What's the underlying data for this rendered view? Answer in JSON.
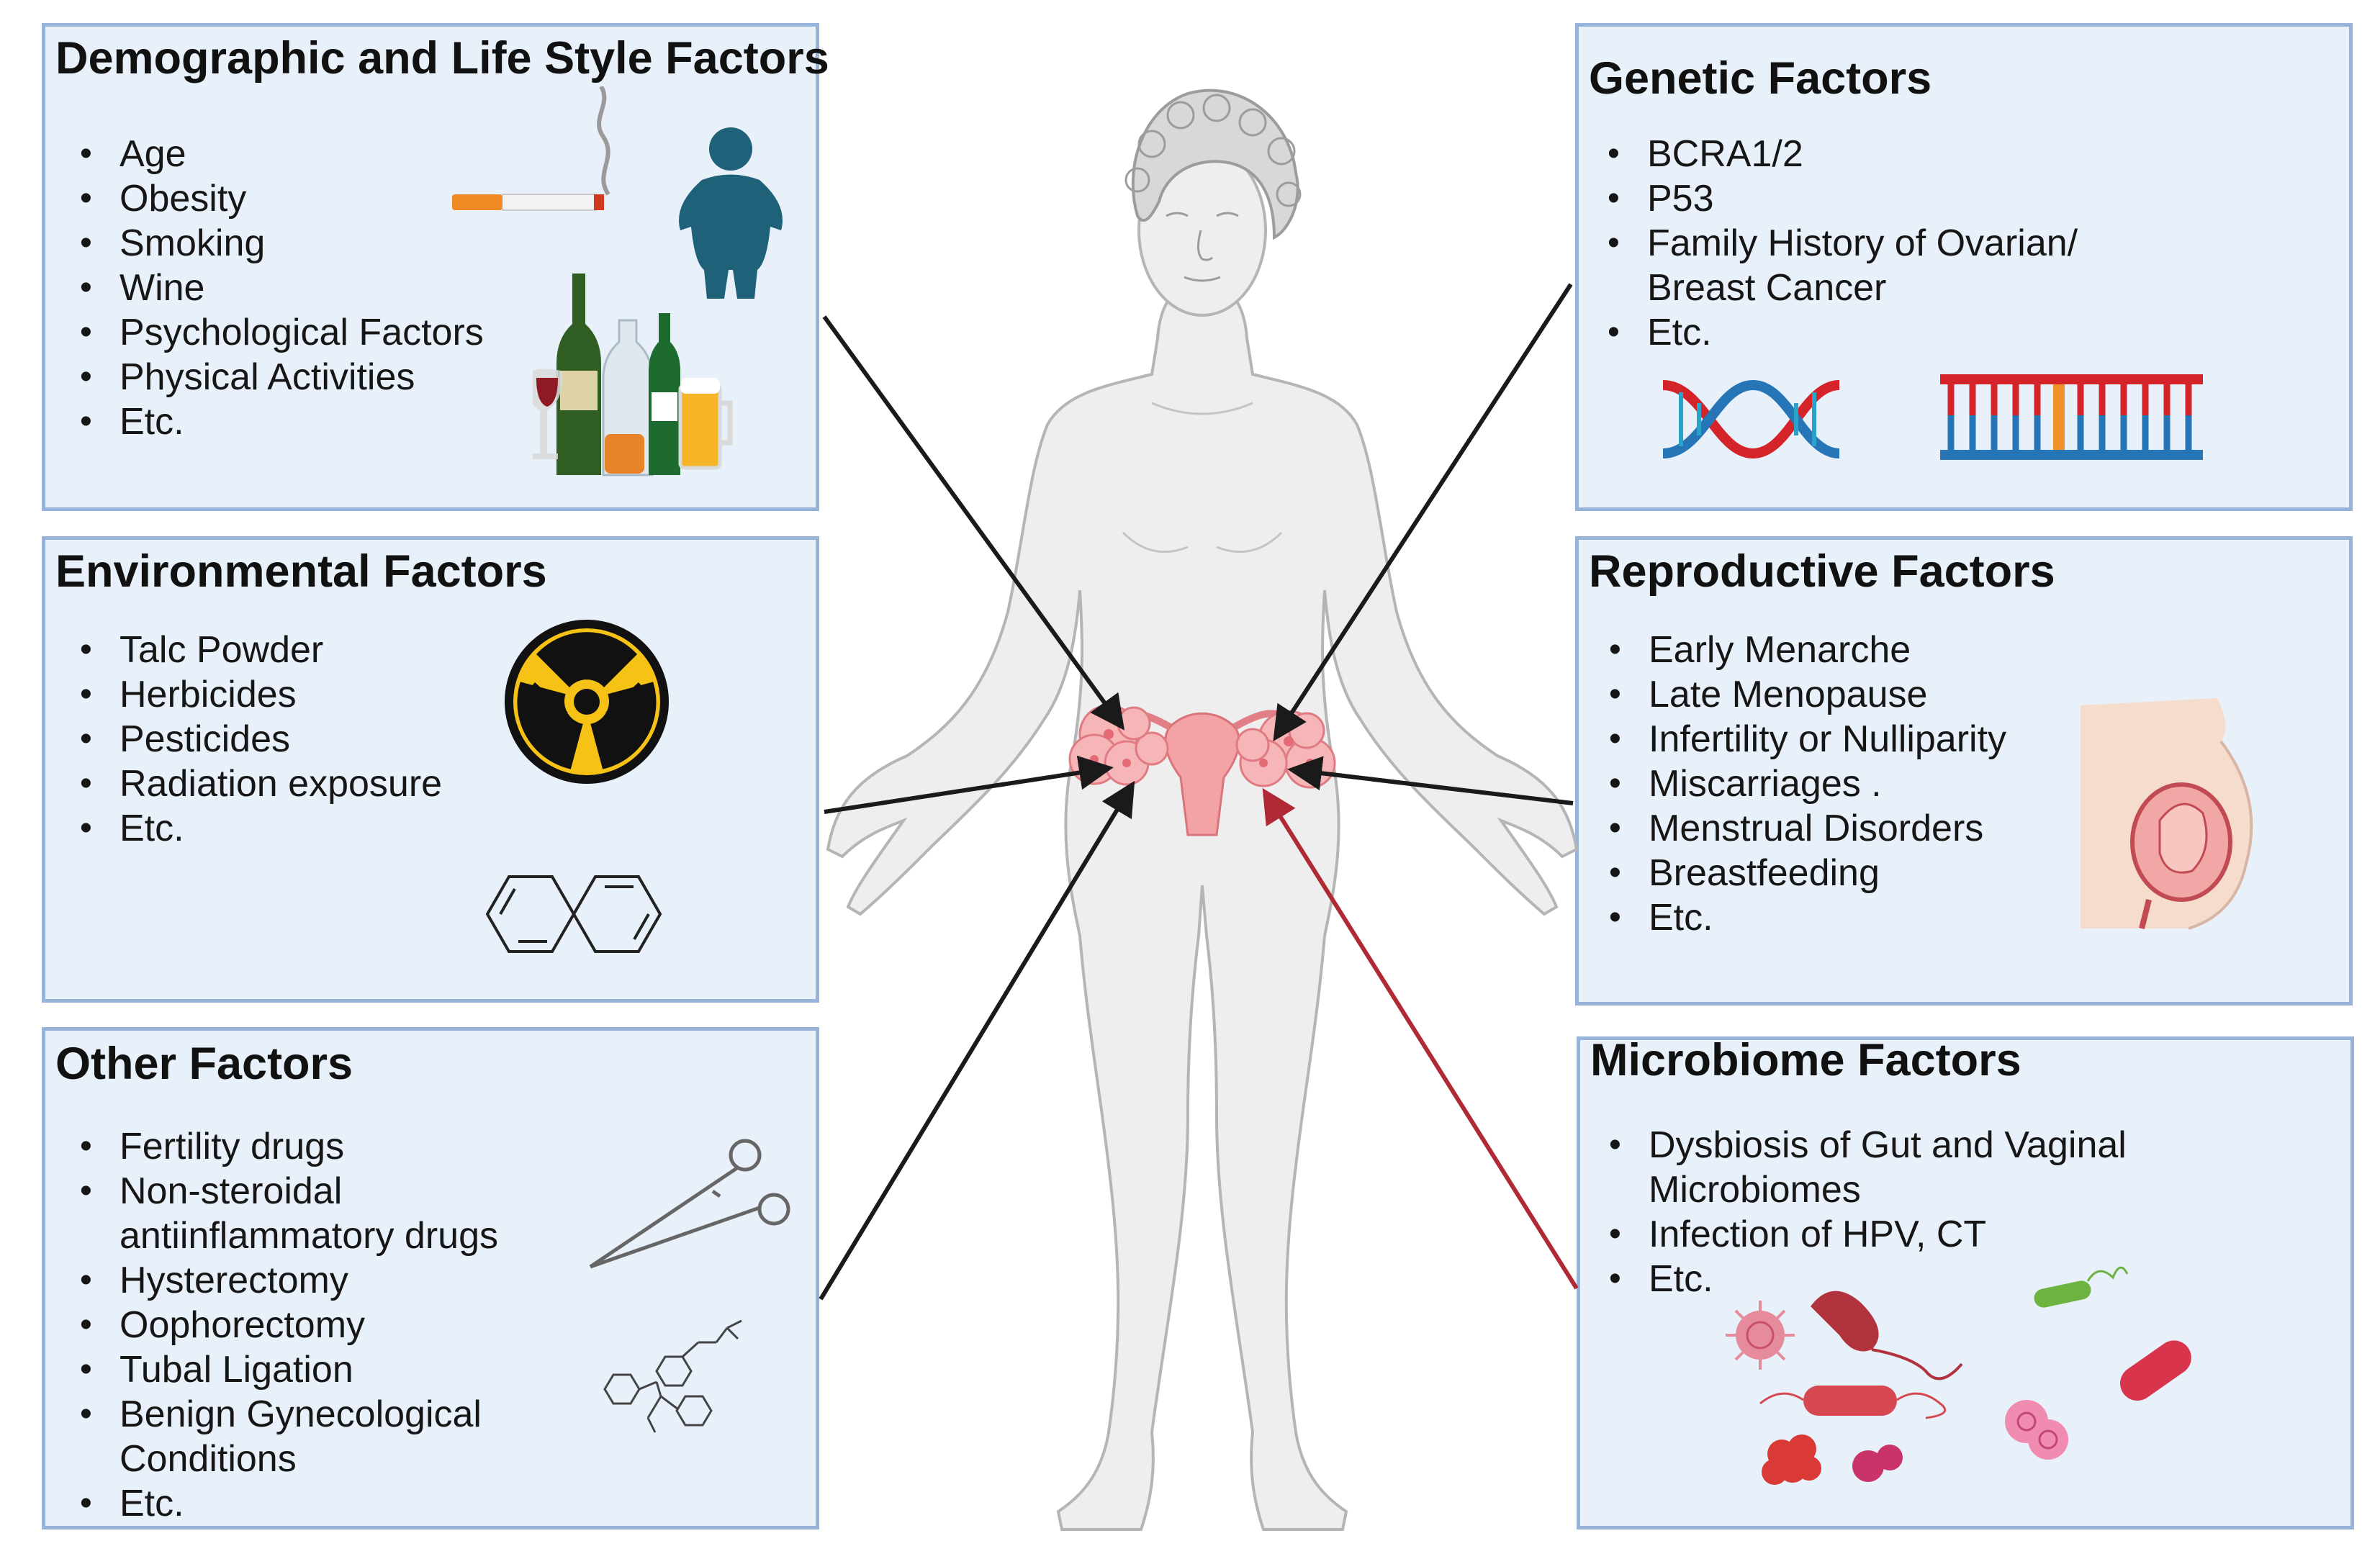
{
  "panels": {
    "demographic": {
      "title": "Demographic and Life Style Factors",
      "items": [
        "Age",
        "Obesity",
        "Smoking",
        "Wine",
        "Psychological Factors",
        "Physical Activities",
        "Etc."
      ]
    },
    "genetic": {
      "title": "Genetic Factors",
      "items": [
        "BCRA1/2",
        "P53",
        "Family History of Ovarian/ Breast Cancer",
        "Etc."
      ]
    },
    "environmental": {
      "title": "Environmental Factors",
      "items": [
        "Talc Powder",
        "Herbicides",
        "Pesticides",
        "Radiation exposure",
        "Etc."
      ]
    },
    "reproductive": {
      "title": "Reproductive Factors",
      "items": [
        "Early Menarche",
        "Late Menopause",
        "Infertility or Nulliparity",
        "Miscarriages .",
        "Menstrual Disorders",
        "Breastfeeding",
        "Etc."
      ]
    },
    "other": {
      "title": "Other Factors",
      "items": [
        "Fertility drugs",
        "Non-steroidal antiinflammatory drugs",
        "Hysterectomy",
        "Oophorectomy",
        "Tubal Ligation",
        "Benign Gynecological Conditions",
        "Etc."
      ]
    },
    "microbiome": {
      "title": "Microbiome Factors",
      "items": [
        "Dysbiosis of Gut and Vaginal Microbiomes",
        "Infection of HPV, CT",
        "Etc."
      ]
    }
  },
  "icons": {
    "demographic": [
      "cigarette-icon",
      "obese-person-icon",
      "alcohol-bottles-icon"
    ],
    "genetic": [
      "dna-helix-icon",
      "dna-ladder-icon"
    ],
    "environmental": [
      "radiation-hazard-icon",
      "naphthalene-molecule-icon"
    ],
    "reproductive": [
      "pregnant-abdomen-icon"
    ],
    "other": [
      "surgical-forceps-icon",
      "tamoxifen-molecule-icon"
    ],
    "microbiome": [
      "bacteria-virus-cluster-icon"
    ],
    "center": [
      "female-body-icon",
      "ovarian-tumor-icon"
    ]
  },
  "colors": {
    "panel_bg": "#e8f0fa",
    "panel_border": "#97b3d9",
    "arrow_default": "#1a1a1a",
    "arrow_microbiome": "#b02a35",
    "body_fill": "#eeeeee",
    "body_stroke": "#b5b5b5",
    "ovary": "#f3a3a6"
  }
}
